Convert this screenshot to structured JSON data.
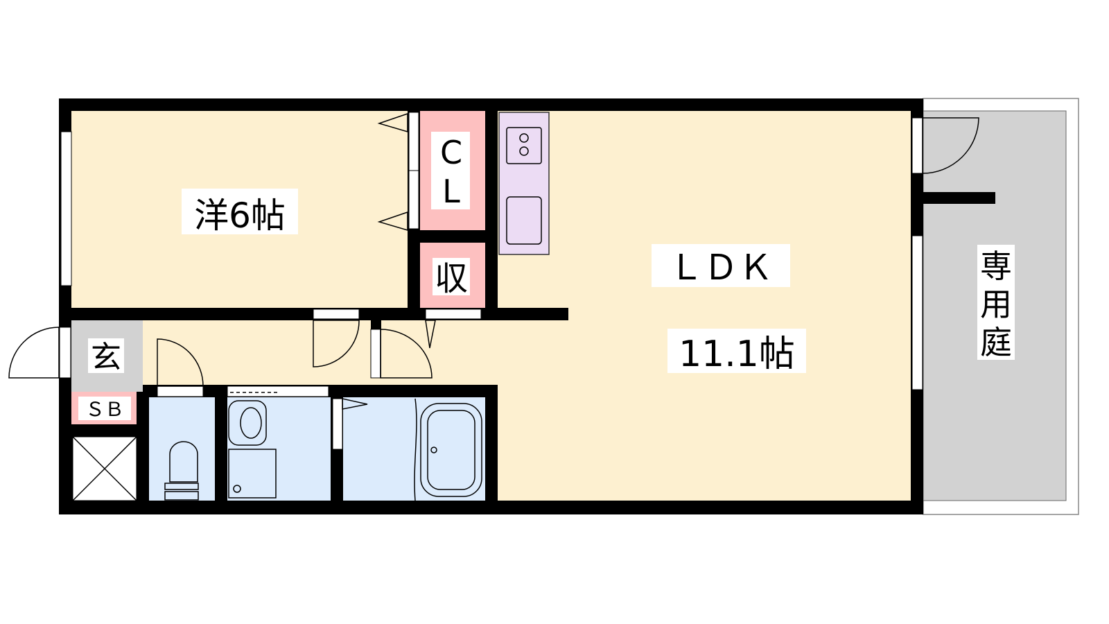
{
  "rooms": {
    "bedroom": {
      "label": "洋6帖"
    },
    "closet": {
      "label_line1": "C",
      "label_line2": "L"
    },
    "storage": {
      "label": "収"
    },
    "ldk": {
      "label": "ＬＤＫ",
      "size": "11.1帖"
    },
    "garden": {
      "label_line1": "専",
      "label_line2": "用",
      "label_line3": "庭"
    },
    "entrance": {
      "label": "玄"
    },
    "shoe_box": {
      "label": "ＳＢ"
    }
  },
  "colors": {
    "floor": "#fdf0d0",
    "storage": "#fdc0c0",
    "wet": "#dcebfc",
    "kitchen": "#ecdcf4",
    "gray": "#d2d2d2",
    "wall": "#000000"
  }
}
